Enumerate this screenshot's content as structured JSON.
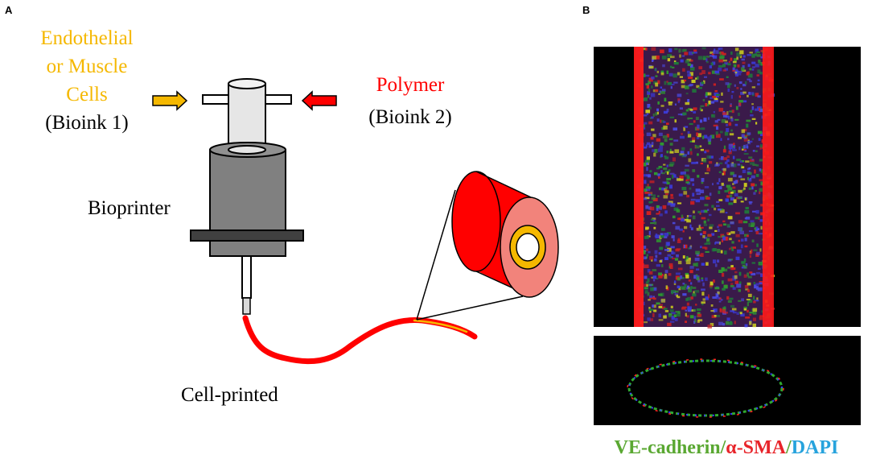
{
  "panel_a": {
    "letter": "A",
    "bioink1": {
      "line1": "Endothelial",
      "line2": "or Muscle",
      "line3": "Cells",
      "line4": "(Bioink 1)"
    },
    "bioink2": {
      "line1": "Polymer",
      "line2": "(Bioink 2)"
    },
    "bioprinter_label": "Bioprinter",
    "output_label": "Cell-printed"
  },
  "panel_b": {
    "letter": "B",
    "stain_legend": [
      {
        "text": "VE-cadherin",
        "color": "#5aa832"
      },
      {
        "text": "/",
        "color": "#5aa832"
      },
      {
        "text": "α-SMA",
        "color": "#e8242a"
      },
      {
        "text": "/",
        "color": "#5aa832"
      },
      {
        "text": "DAPI",
        "color": "#27a3dd"
      }
    ]
  },
  "colors": {
    "cells_orange": "#f5b800",
    "polymer_red": "#ff0000",
    "printer_gray": "#808080",
    "printer_dark": "#404040",
    "vessel_pink": "#f2837b"
  }
}
